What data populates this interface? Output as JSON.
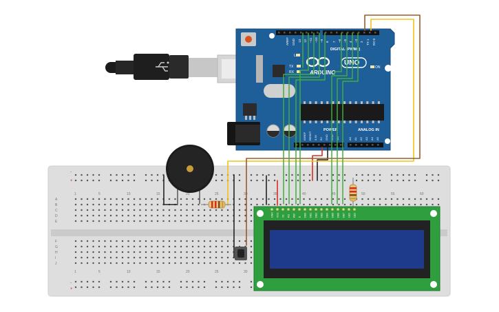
{
  "arduino": {
    "brand": "ARDUINO",
    "model": "UNO",
    "aref": "AREF",
    "gnd": "GND",
    "pins_top": [
      "13",
      "12",
      "~11",
      "~10",
      "~9",
      "8",
      "7",
      "~6",
      "~5",
      "4",
      "~3",
      "2",
      "TX 1",
      "RX 0"
    ],
    "digital_label": "DIGITAL (PWM~)",
    "led_l": "L",
    "led_tx": "TX",
    "led_rx": "RX",
    "on_label": "ON",
    "power_label": "POWER",
    "analog_label": "ANALOG IN",
    "power_pins": [
      "IOREF",
      "RESET",
      "3.3V",
      "5V",
      "GND",
      "GND",
      "Vin"
    ],
    "analog_pins": [
      "A0",
      "A1",
      "A2",
      "A3",
      "A4",
      "A5"
    ],
    "color": "#1f5f99"
  },
  "breadboard": {
    "col_numbers": [
      "1",
      "5",
      "10",
      "15",
      "20",
      "25",
      "30",
      "35",
      "40",
      "45",
      "50",
      "55",
      "60"
    ],
    "row_letters_top": [
      "A",
      "B",
      "C",
      "D",
      "E"
    ],
    "row_letters_bottom": [
      "F",
      "G",
      "H",
      "I",
      "J"
    ],
    "rail_plus": "+",
    "rail_minus": "-"
  },
  "lcd": {
    "pins": [
      "GND",
      "VCC",
      "V0",
      "RS",
      "RW",
      "E",
      "DB0",
      "DB1",
      "DB2",
      "DB3",
      "DB4",
      "DB5",
      "DB6",
      "DB7",
      "LED",
      "LED"
    ],
    "screen_color": "#1e3a8a",
    "pcb_color": "#2e9e3f"
  },
  "wire_colors": {
    "green": "#3fae3a",
    "yellow": "#f2c21b",
    "brown": "#9b5a2d",
    "red": "#d62d20",
    "black": "#222222"
  }
}
